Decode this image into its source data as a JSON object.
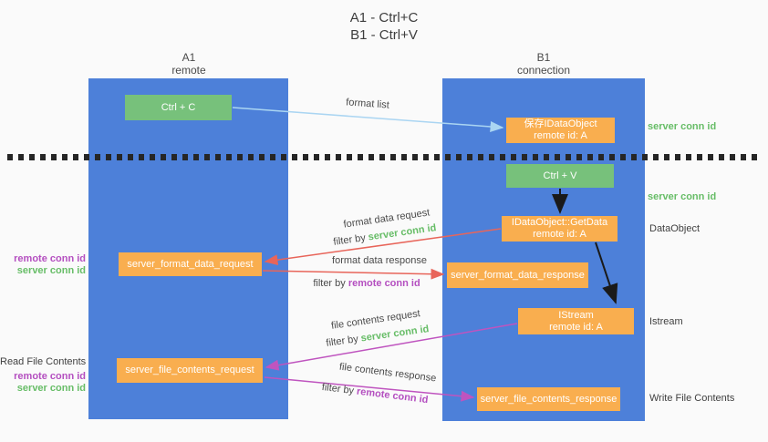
{
  "title": {
    "line1": "A1 - Ctrl+C",
    "line2": "B1 - Ctrl+V"
  },
  "lanes": [
    {
      "name": "A1",
      "subtitle": "remote"
    },
    {
      "name": "B1",
      "subtitle": "connection"
    }
  ],
  "nodes": {
    "ctrl_c": {
      "label": "Ctrl + C"
    },
    "save_dataobject": {
      "line1": "保存IDataObject",
      "line2": "remote id: A"
    },
    "ctrl_v": {
      "label": "Ctrl + V"
    },
    "getdata": {
      "line1": "IDataObject::GetData",
      "line2": "remote id: A"
    },
    "format_request": {
      "label": "server_format_data_request"
    },
    "format_response": {
      "label": "server_format_data_response"
    },
    "istream": {
      "line1": "IStream",
      "line2": "remote id: A"
    },
    "file_request": {
      "label": "server_file_contents_request"
    },
    "file_response": {
      "label": "server_file_contents_response"
    }
  },
  "flow_labels": {
    "format_list": "format list",
    "format_request_title": "format data request",
    "format_request_filter_prefix": "filter by ",
    "format_request_filter_key": "server conn id",
    "format_response_title": "format data response",
    "format_response_filter_prefix": "filter by ",
    "format_response_filter_key": "remote conn id",
    "file_request_title": "file contents request",
    "file_request_filter_prefix": "filter by ",
    "file_request_filter_key": "server conn id",
    "file_response_title": "file contents response",
    "file_response_filter_prefix": "filter by ",
    "file_response_filter_key": "remote conn id"
  },
  "annotations": {
    "right": [
      {
        "text": "server conn id"
      },
      {
        "text": "server conn id"
      },
      {
        "text": "DataObject"
      },
      {
        "text": "Istream"
      },
      {
        "text": "Write File Contents"
      }
    ],
    "left": [
      {
        "text": "remote conn id"
      },
      {
        "text": "server conn id"
      },
      {
        "text": "Read File Contents"
      },
      {
        "text": "remote conn id"
      },
      {
        "text": "server conn id"
      }
    ]
  },
  "colors": {
    "lane_blue": "#4d80d9",
    "node_green": "#77c17b",
    "node_orange": "#f9ae4f",
    "arrow_red": "#e8655a",
    "arrow_magenta": "#bf54bf",
    "arrow_light_blue": "#aad5f2",
    "arrow_black": "#1a1a1a",
    "text_green": "#67bd67",
    "text_purple": "#b44fc0"
  }
}
